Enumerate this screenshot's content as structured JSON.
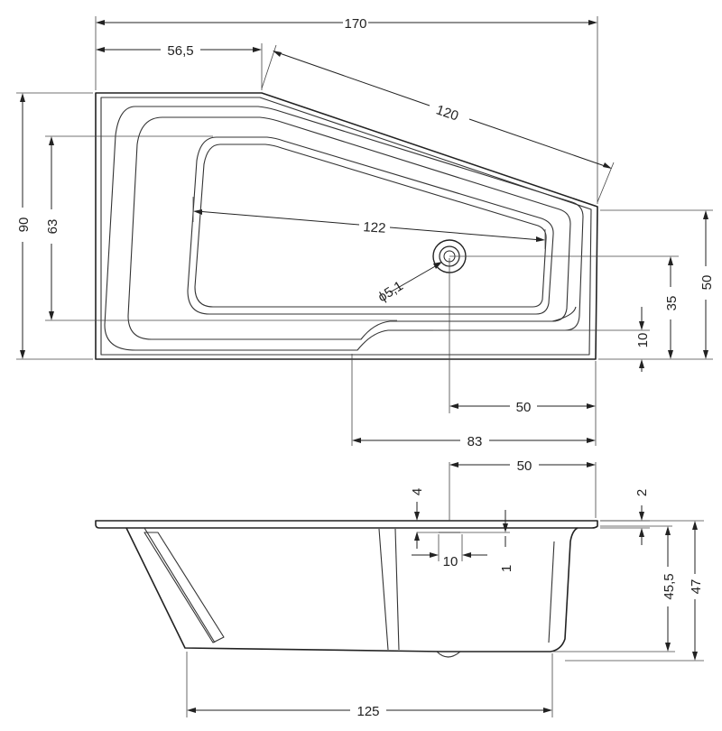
{
  "plan_view": {
    "dims": {
      "overall_width": "170",
      "left_straight": "56,5",
      "slanted_edge": "120",
      "overall_depth": "90",
      "inner_depth": "63",
      "inner_length": "122",
      "drain_diameter": "ϕ5,1",
      "right_side_depth": "50",
      "drain_from_front": "35",
      "step_height": "10",
      "drain_from_right": "50",
      "step_from_right": "83"
    }
  },
  "side_view": {
    "dims": {
      "drain_from_right": "50",
      "rim_offset": "4",
      "rim_thickness": "2",
      "overflow_width": "10",
      "overflow_drop": "1",
      "inner_height": "45,5",
      "total_height": "47",
      "bottom_length": "125"
    }
  }
}
